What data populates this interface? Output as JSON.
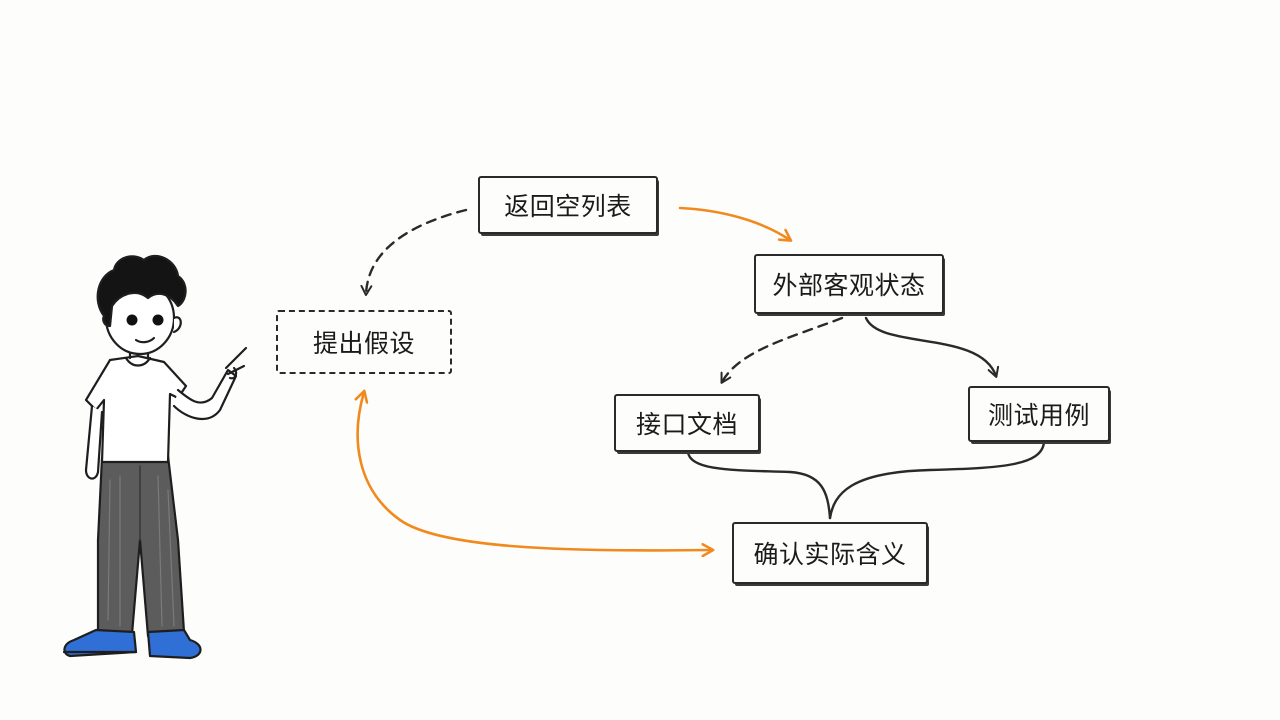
{
  "diagram": {
    "nodes": {
      "return_empty_list": "返回空列表",
      "external_state": "外部客观状态",
      "hypothesis": "提出假设",
      "api_doc": "接口文档",
      "test_case": "测试用例",
      "confirm_meaning": "确认实际含义"
    },
    "edges": [
      {
        "from": "return_empty_list",
        "to": "hypothesis",
        "style": "dashed"
      },
      {
        "from": "return_empty_list",
        "to": "external_state",
        "style": "solid",
        "color": "#f08a1e"
      },
      {
        "from": "external_state",
        "to": "api_doc",
        "style": "dashed"
      },
      {
        "from": "external_state",
        "to": "test_case",
        "style": "solid"
      },
      {
        "from": "api_doc",
        "to": "confirm_meaning",
        "style": "solid"
      },
      {
        "from": "test_case",
        "to": "confirm_meaning",
        "style": "solid"
      },
      {
        "from": "confirm_meaning",
        "to": "hypothesis",
        "style": "solid",
        "color": "#f08a1e",
        "bidirectional": true
      }
    ]
  },
  "colors": {
    "accent": "#f08a1e",
    "ink": "#2a2a2a",
    "shoe": "#2f6fd6",
    "pants": "#5a5a5a"
  },
  "icons": {
    "person": "pointing-boy-illustration"
  }
}
